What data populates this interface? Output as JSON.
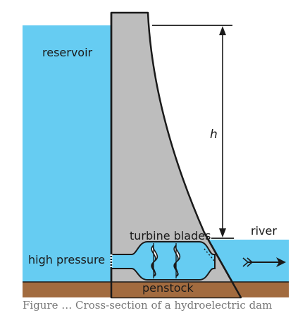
{
  "labels": {
    "reservoir": "reservoir",
    "height": "h",
    "river": "river",
    "turbine_blades": "turbine blades",
    "high_pressure": "high pressure",
    "penstock": "penstock"
  },
  "caption": "Figure … Cross-section of a hydroelectric dam",
  "colors": {
    "water": "#66CCF2",
    "dam": "#BDBDBD",
    "ground": "#A26B3F",
    "outline": "#1a1a1a"
  },
  "icons": [
    "flow-arrow-icon",
    "turbine-blade-icon"
  ]
}
